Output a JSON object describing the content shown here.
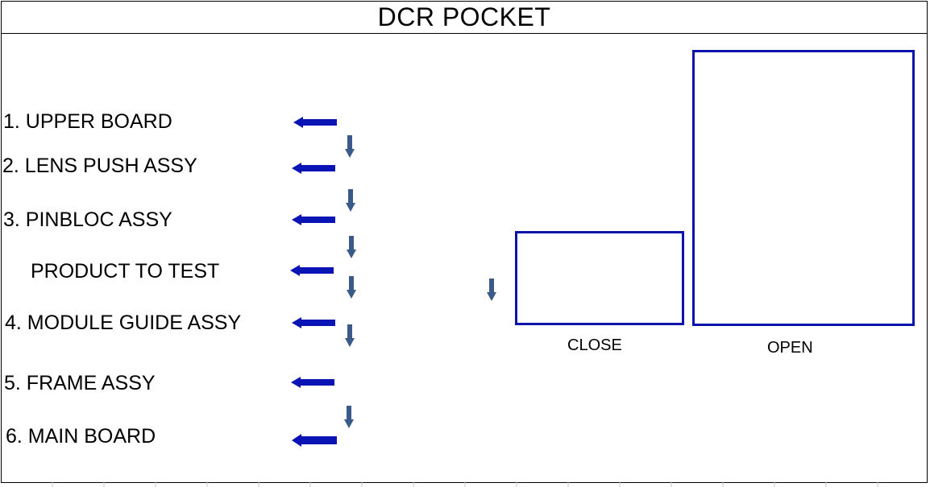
{
  "title": "DCR POCKET",
  "items": [
    {
      "label": "1. UPPER BOARD"
    },
    {
      "label": "2. LENS PUSH ASSY"
    },
    {
      "label": "3. PINBLOC ASSY"
    },
    {
      "label": "PRODUCT TO TEST"
    },
    {
      "label": "4. MODULE GUIDE ASSY"
    },
    {
      "label": "5. FRAME ASSY"
    },
    {
      "label": "6. MAIN BOARD"
    }
  ],
  "boxes": {
    "close_label": "CLOSE",
    "open_label": "OPEN"
  },
  "icons": {
    "left_arrow": "left-arrow-icon",
    "down_arrow": "down-arrow-icon"
  },
  "colors": {
    "left_arrow": "#0a14b4",
    "down_arrow": "#3a5a8a",
    "box_border": "#0a14a8"
  }
}
